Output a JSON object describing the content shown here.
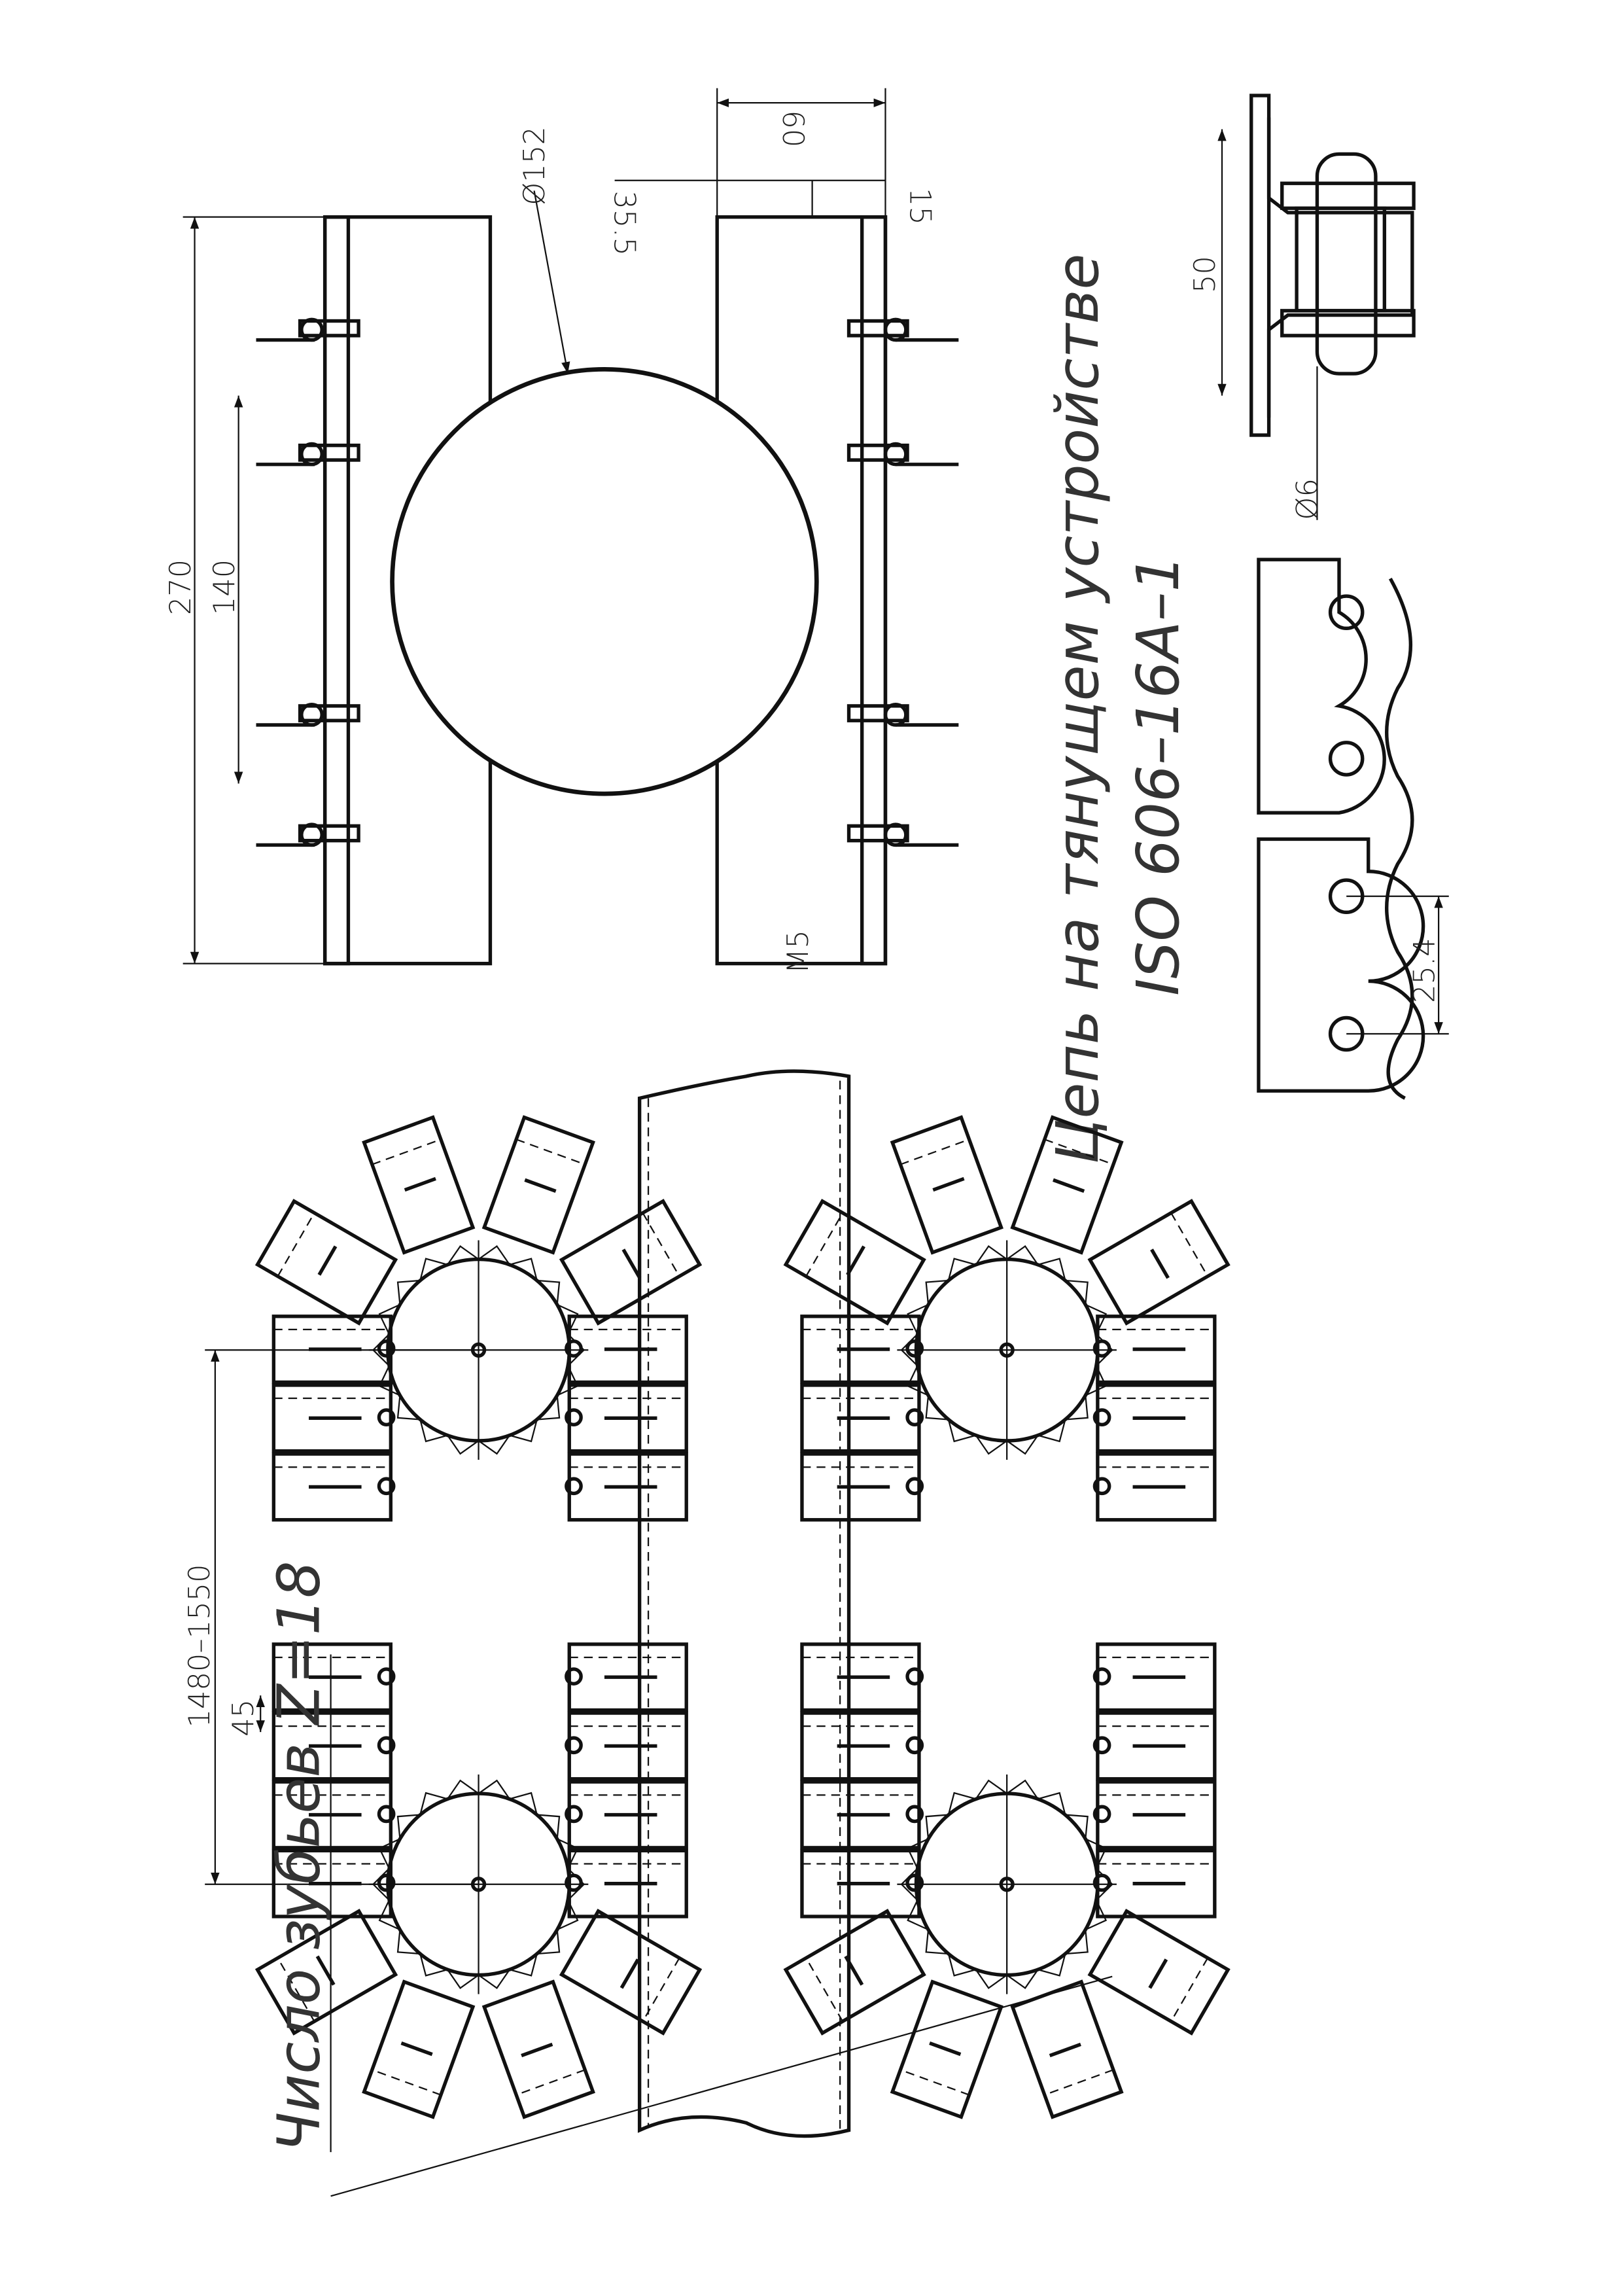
{
  "section_view": {
    "pipe_diameter": "Ø152",
    "overall_length": "270",
    "bolt_spacing": "140",
    "thickness_total": "60",
    "layer_thickness": "35.5",
    "outer_layer": "15",
    "thread": "M5"
  },
  "chain": {
    "title": "Цепь на тянущем устройстве",
    "standard": "ISO 606–16A–1",
    "attachment_width": "50",
    "hole_diameter": "Ø6",
    "pitch": "25.4"
  },
  "puller": {
    "center_distance": "1480–1550",
    "block_pitch": "45",
    "teeth_note": "Число зубьев Z=18"
  },
  "colors": {
    "line": "#111111",
    "paper": "#ffffff"
  }
}
